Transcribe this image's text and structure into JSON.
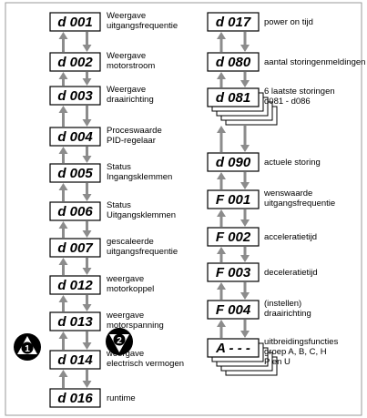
{
  "left_column": [
    {
      "code": "d 001",
      "label": [
        "Weergave",
        "uitgangsfrequentie"
      ]
    },
    {
      "code": "d 002",
      "label": [
        "Weergave",
        "motorstroom"
      ]
    },
    {
      "code": "d 003",
      "label": [
        "Weergave",
        "draairichting"
      ]
    },
    {
      "code": "d 004",
      "label": [
        "Proceswaarde",
        "PID-regelaar"
      ]
    },
    {
      "code": "d 005",
      "label": [
        "Status",
        "Ingangsklemmen"
      ]
    },
    {
      "code": "d 006",
      "label": [
        "Status",
        "Uitgangsklemmen"
      ]
    },
    {
      "code": "d 007",
      "label": [
        "gescaleerde",
        "uitgangsfrequentie"
      ]
    },
    {
      "code": "d 012",
      "label": [
        "weergave",
        "motorkoppel"
      ]
    },
    {
      "code": "d 013",
      "label": [
        "weergave",
        "motorspanning"
      ]
    },
    {
      "code": "d 014",
      "label": [
        "weergave",
        "electrisch vermogen"
      ]
    },
    {
      "code": "d 016",
      "label": [
        "runtime"
      ]
    }
  ],
  "right_column": [
    {
      "code": "d 017",
      "label": [
        "power on tijd"
      ]
    },
    {
      "code": "d 080",
      "label": [
        "aantal storingenmeldingen"
      ]
    },
    {
      "code": "d 081",
      "label": [
        "6 laatste storingen",
        "d081 - d086"
      ],
      "stacked": true
    },
    {
      "code": "d 090",
      "label": [
        "actuele storing"
      ]
    },
    {
      "code": "F 001",
      "label": [
        "wenswaarde",
        "uitgangsfrequentie"
      ]
    },
    {
      "code": "F 002",
      "label": [
        "acceleratietijd"
      ]
    },
    {
      "code": "F 003",
      "label": [
        "deceleratietijd"
      ]
    },
    {
      "code": "F 004",
      "label": [
        "(instellen)",
        "draairichting"
      ]
    },
    {
      "code": "A - - -",
      "label": [
        "uitbreidingsfuncties",
        "groep A, B, C, H",
        "P en U"
      ],
      "stacked": true
    }
  ],
  "nav_keys": [
    {
      "number": "1",
      "direction": "up",
      "icon": "triangle-up-icon"
    },
    {
      "number": "2",
      "direction": "down",
      "icon": "triangle-down-icon"
    }
  ]
}
